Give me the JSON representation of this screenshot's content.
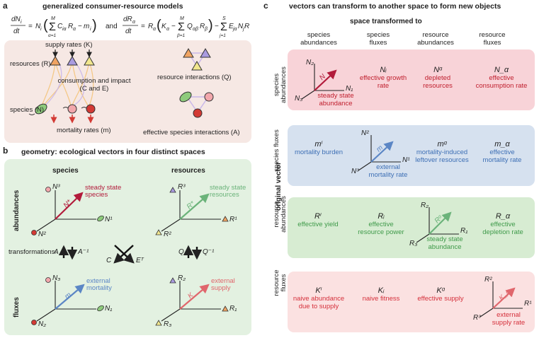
{
  "panel_a": {
    "label": "a",
    "title": "generalized consumer-resource models",
    "eq_species": "dN_i/dt = N_i( Σ_{α=1}^{M} C_{iα}R_α − m_i )",
    "eq_and": "and",
    "eq_resources": "dR_α/dt = R_α( K_α − Σ_{β=1}^{M} Q_{αβ}R_β ) − Σ_{j=1}^{S} E_{jα}N_jR_α",
    "supply_rates": "supply rates (K)",
    "resources": "resources (R)",
    "consumption": "consumption and impact",
    "consumption2": "(C and E)",
    "species": "species (N)",
    "mortality": "mortality rates (m)",
    "resource_interactions": "resource interactions (Q)",
    "effective_species_interactions": "effective species interactions (A)"
  },
  "panel_b": {
    "label": "b",
    "title": "geometry: ecological vectors in four distinct spaces",
    "col_species": "species",
    "col_resources": "resources",
    "row_abundances": "abundances",
    "row_fluxes": "fluxes",
    "transformations": "transformations:",
    "sym_A": "A",
    "sym_Ainv": "A⁻¹",
    "sym_C": "C",
    "sym_ET": "Eᵀ",
    "sym_Q": "Q",
    "sym_Qinv": "Q⁻¹",
    "ss_species": "steady state",
    "ss_species2": "species",
    "ss_resources": "steady state",
    "ss_resources2": "resources",
    "ext_mort": "external",
    "ext_mort2": "mortality",
    "ext_supply": "external",
    "ext_supply2": "supply",
    "N_star": "N*",
    "R_star": "R*",
    "m_vec": "m",
    "K_vec": "K",
    "axis_N1u": "N¹",
    "axis_N2u": "N²",
    "axis_N3u": "N³",
    "axis_R1u": "R¹",
    "axis_R2u": "R²",
    "axis_R3u": "R³",
    "axis_N1": "N₁",
    "axis_N2": "N₂",
    "axis_N3": "N₃",
    "axis_R1": "R₁",
    "axis_R2": "R₂",
    "axis_R3": "R₃"
  },
  "panel_c": {
    "label": "c",
    "title": "vectors can transform to another space to form new objects",
    "transformed_to": "space transformed to",
    "original_vector": "original vector",
    "columns": [
      "species abundances",
      "species fluxes",
      "resource abundances",
      "resource fluxes"
    ],
    "rows": [
      "species abundances",
      "species fluxes",
      "resource abundances",
      "resource fluxes"
    ],
    "cells": {
      "r1": {
        "ax_top": "N₂",
        "ax_right": "N₁",
        "ax_bot": "N₃",
        "vec": "N",
        "diag_text": "steady state abundance",
        "c2_sym": "Nᵢ",
        "c2_text": "effective growth rate",
        "c3_sym": "Nᵅ",
        "c3_text": "depleted resources",
        "c4_sym": "N_α",
        "c4_text": "effective consumption rate"
      },
      "r2": {
        "c1_sym": "mⁱ",
        "c1_text": "mortality burden",
        "ax_top": "N²",
        "ax_right": "N¹",
        "ax_bot": "N³",
        "vec": "m",
        "diag_text": "external mortality rate",
        "c3_sym": "mᵅ",
        "c3_text": "mortality-induced leftover resources",
        "c4_sym": "m_α",
        "c4_text": "effective mortality rate"
      },
      "r3": {
        "c1_sym": "Rⁱ",
        "c1_text": "effective yield",
        "c2_sym": "Rᵢ",
        "c2_text": "effective resource power",
        "ax_top": "R₂",
        "ax_right": "R₁",
        "ax_bot": "R₃",
        "vec": "Rᵅ",
        "diag_text": "steady state abundance",
        "c4_sym": "R_α",
        "c4_text": "effective depletion rate"
      },
      "r4": {
        "c1_sym": "Kⁱ",
        "c1_text": "naive abundance due to supply",
        "c2_sym": "Kᵢ",
        "c2_text": "naive fitness",
        "c3_sym": "Kᵅ",
        "c3_text": "effective supply",
        "ax_top": "R²",
        "ax_right": "R¹",
        "ax_bot": "R³",
        "vec": "K_α",
        "diag_text": "external supply rate"
      }
    }
  },
  "colors": {
    "red": "#c0202f",
    "blue": "#3d6fb5",
    "green": "#3f9a4a",
    "pink": "#e0666c",
    "orange_tri": "#f0a463",
    "purple_tri": "#a99be0",
    "yellow_tri": "#f1e78e",
    "species_green": "#8ecb7c",
    "species_pink": "#f2a7ac",
    "species_red": "#d33a34"
  }
}
